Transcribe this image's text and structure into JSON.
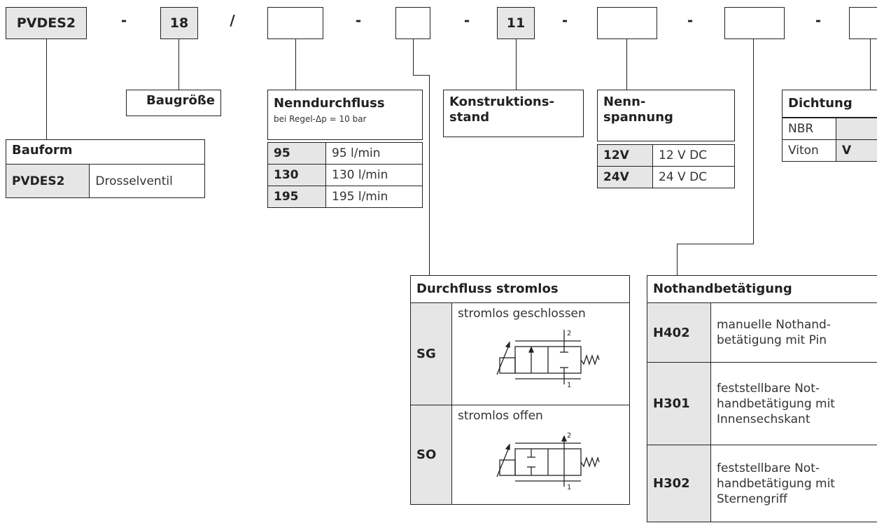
{
  "code_row": {
    "boxes": [
      "PVDES2",
      "18",
      "",
      "",
      "11",
      "",
      "",
      ""
    ],
    "separators": [
      "-",
      "/",
      "-",
      "-",
      "-",
      "-",
      "-"
    ]
  },
  "baugroesse": {
    "title": "Baugröße"
  },
  "bauform": {
    "title": "Bauform",
    "rows": [
      {
        "code": "PVDES2",
        "desc": "Drosselventil"
      }
    ]
  },
  "nenndurchfluss": {
    "title": "Nenndurchfluss",
    "subtitle": "bei Regel-Δp = 10 bar",
    "rows": [
      {
        "code": "95",
        "desc": "95 l/min"
      },
      {
        "code": "130",
        "desc": "130 l/min"
      },
      {
        "code": "195",
        "desc": "195 l/min"
      }
    ]
  },
  "konstruktionsstand": {
    "title_line1": "Konstruktions-",
    "title_line2": "stand"
  },
  "nennspannung": {
    "title_line1": "Nenn-",
    "title_line2": "spannung",
    "rows": [
      {
        "code": "12V",
        "desc": "12 V DC"
      },
      {
        "code": "24V",
        "desc": "24 V DC"
      }
    ]
  },
  "dichtung": {
    "title": "Dichtung",
    "rows": [
      {
        "label": "NBR",
        "code": ""
      },
      {
        "label": "Viton",
        "code": "V"
      }
    ]
  },
  "durchfluss_stromlos": {
    "title": "Durchfluss stromlos",
    "rows": [
      {
        "code": "SG",
        "desc": "stromlos geschlossen",
        "port_top": "2",
        "port_bottom": "1"
      },
      {
        "code": "SO",
        "desc": "stromlos offen",
        "port_top": "2",
        "port_bottom": "1"
      }
    ]
  },
  "nothandbetaetigung": {
    "title": "Nothandbetätigung",
    "rows": [
      {
        "code": "H402",
        "line1": "manuelle Nothand-",
        "line2": "betätigung mit Pin",
        "line3": ""
      },
      {
        "code": "H301",
        "line1": "feststellbare Not-",
        "line2": "handbetätigung mit",
        "line3": "Innensechskant"
      },
      {
        "code": "H302",
        "line1": "feststellbare Not-",
        "line2": "handbetätigung mit",
        "line3": "Sternengriff"
      }
    ]
  },
  "colors": {
    "filled_cell": "#e6e6e6",
    "line": "#222222"
  }
}
